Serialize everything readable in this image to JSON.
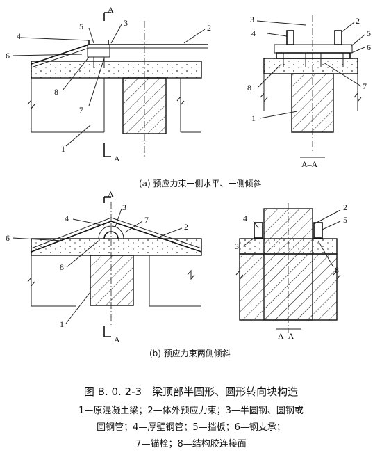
{
  "section_marks": {
    "a_top": "A",
    "a_bottom": "A",
    "b_top": "A",
    "b_bottom": "A",
    "aa_label_a": "A–A",
    "aa_label_b": "A–A"
  },
  "labels": {
    "a_left": [
      "1",
      "4",
      "5",
      "6",
      "7",
      "8",
      "3",
      "2"
    ],
    "a_right": [
      "3",
      "4",
      "2",
      "5",
      "6",
      "7",
      "8",
      "1"
    ],
    "b_left": [
      "3",
      "4",
      "7",
      "2",
      "6",
      "8",
      "1"
    ],
    "b_right": [
      "2",
      "4",
      "5",
      "3",
      "8"
    ]
  },
  "captions": {
    "a": "(a) 预应力束一侧水平、一侧倾斜",
    "b": "(b) 预应力束两侧倾斜"
  },
  "figure_title": "图 B. 0. 2-3　梁顶部半圆形、圆形转向块构造",
  "legend": {
    "line1": "1—原混凝土梁；2—体外预应力束；3—半圆钢、圆钢或",
    "line2": "圆钢管；4—厚壁钢管；5—挡板；6—钢支承；",
    "line3": "7—锚栓；8—结构胶连接面"
  }
}
